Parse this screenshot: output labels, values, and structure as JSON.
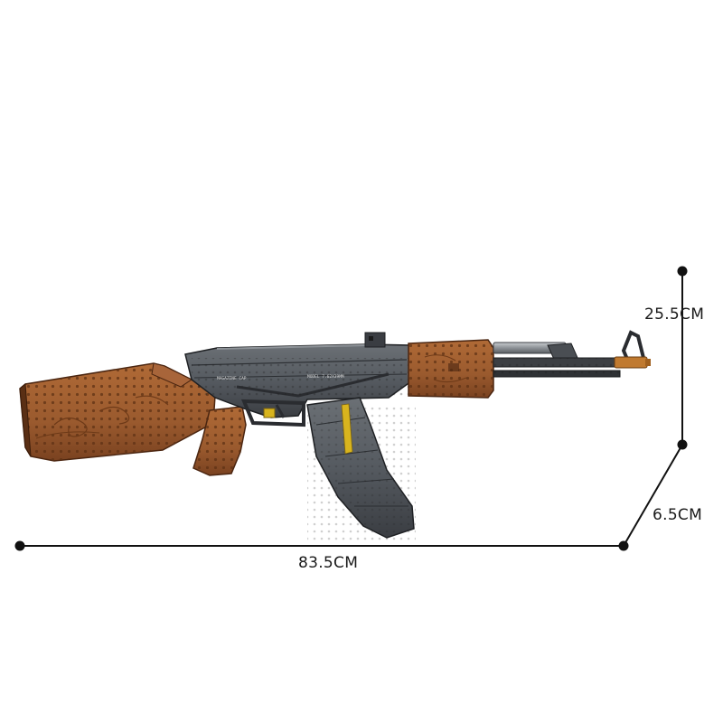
{
  "dimensions": {
    "height": "25.5CM",
    "depth": "6.5CM",
    "length": "83.5CM"
  },
  "model_print": {
    "receiver_left": "MAGAZINE CAP",
    "receiver_right": "MODEL 7.62X39MM"
  },
  "colors": {
    "wood": "#9a5a2e",
    "wood_dark": "#7a4220",
    "metal": "#555a60",
    "metal_dark": "#33363a",
    "accent_yellow": "#d8b41e",
    "muzzle": "#c07a30",
    "line": "#111111"
  },
  "icons": {
    "dimension_point": "dimension-dot-icon"
  }
}
